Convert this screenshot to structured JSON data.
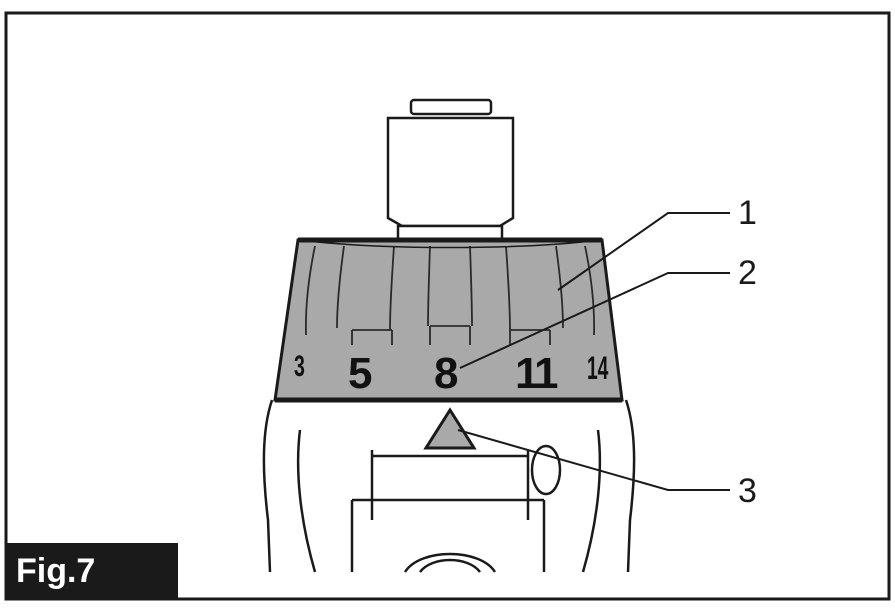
{
  "figure": {
    "label": "Fig.7",
    "callouts": [
      "1",
      "2",
      "3"
    ],
    "scale_numbers": [
      "3",
      "5",
      "8",
      "11",
      "14"
    ]
  }
}
